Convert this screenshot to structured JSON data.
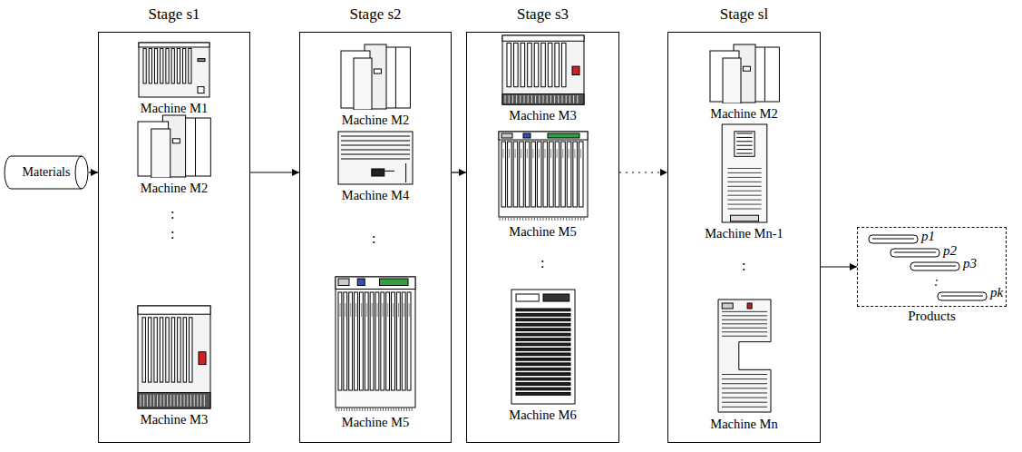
{
  "diagram": {
    "nodes": [
      {
        "text": [
          "Materials"
        ]
      },
      {
        "text": [
          "Stage s1"
        ]
      },
      {
        "text": [
          "Machine M1"
        ],
        "in": 1
      },
      {
        "text": [
          "Machine M2"
        ],
        "in": 1
      },
      {
        "text": [
          "Machine M3"
        ],
        "in": 1
      },
      {
        "text": [
          "Stage s2"
        ]
      },
      {
        "text": [
          "Machine M2"
        ],
        "in": 5
      },
      {
        "text": [
          "Machine M4"
        ],
        "in": 5
      },
      {
        "text": [
          "Machine M5"
        ],
        "in": 5
      },
      {
        "text": [
          "Stage s3"
        ]
      },
      {
        "text": [
          "Machine M3"
        ],
        "in": 9
      },
      {
        "text": [
          "Machine M5"
        ],
        "in": 9
      },
      {
        "text": [
          "Machine M6"
        ],
        "in": 9
      },
      {
        "text": [
          "Stage sl"
        ]
      },
      {
        "text": [
          "Machine M2"
        ],
        "in": 13
      },
      {
        "text": [
          "Machine Mn-1"
        ],
        "in": 13
      },
      {
        "text": [
          "Machine Mn"
        ],
        "in": 13
      },
      {
        "text": [
          "Products"
        ]
      }
    ],
    "edges": [
      {
        "from": 0,
        "to": 1,
        "arrow": "to"
      },
      {
        "from": 1,
        "to": 5,
        "arrow": "to"
      },
      {
        "from": 5,
        "to": 9,
        "arrow": "to"
      },
      {
        "from": 9,
        "to": 13,
        "arrow": "to"
      },
      {
        "from": 13,
        "to": 17,
        "arrow": "to"
      }
    ],
    "labels": [
      ":",
      ":",
      ":",
      ":",
      ":",
      "p1",
      "p2",
      "p3",
      ":",
      "pk"
    ]
  }
}
